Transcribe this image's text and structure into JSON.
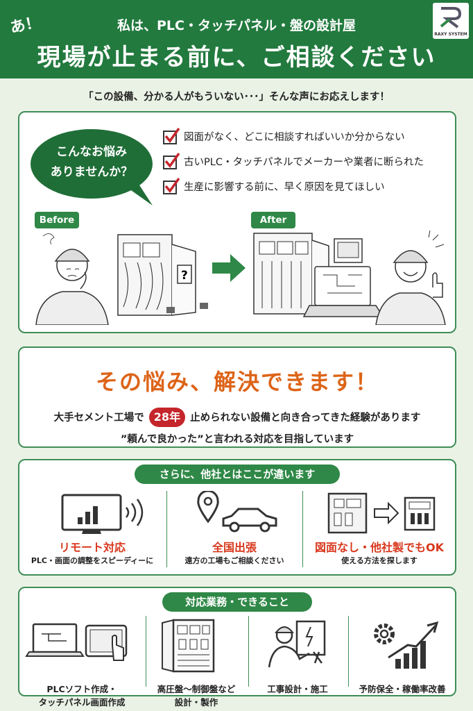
{
  "header": {
    "exclaim": "あ！",
    "subtitle": "私は、PLC・タッチパネル・盤の設計屋",
    "title": "現場が止まる前に、ご相談ください",
    "logo_text": "RAXY SYSTEM"
  },
  "tagline": "「この設備、分かる人がもういない･･･」そんな声にお応えします！",
  "worries": {
    "bubble_lines": [
      "こんなお悩み",
      "ありませんか？"
    ],
    "items": [
      "図面がなく、どこに相談すればいいか分からない",
      "古いPLC・タッチパネルでメーカーや業者に断られた",
      "生産に影響する前に、早く原因を見てほしい"
    ],
    "before_label": "Before",
    "after_label": "After"
  },
  "solution": {
    "headline": "その悩み、解決できます！",
    "experience_prefix": "大手セメント工場で",
    "years": "28年",
    "experience_suffix": "止められない設備と向き合ってきた経験があります",
    "motto": "”頼んで良かった”と言われる対応を目指しています"
  },
  "features": {
    "title": "さらに、他社とはここが違います",
    "items": [
      {
        "icon": "remote-monitor-icon",
        "title": "リモート対応",
        "desc": "PLC・画面の調整をスピーディーに"
      },
      {
        "icon": "location-car-icon",
        "title": "全国出張",
        "desc": "遠方の工場もご相談ください"
      },
      {
        "icon": "panel-replacement-icon",
        "title": "図面なし・他社製でもOK",
        "desc": "使える方法を探します"
      }
    ]
  },
  "services": {
    "title": "対応業務・できること",
    "items": [
      {
        "icon": "plc-software-icon",
        "lines": [
          "PLCソフト作成・",
          "タッチパネル画面作成"
        ]
      },
      {
        "icon": "control-panel-icon",
        "lines": [
          "高圧盤〜制御盤など",
          "設計・製作"
        ]
      },
      {
        "icon": "electrician-icon",
        "lines": [
          "工事設計・施工"
        ]
      },
      {
        "icon": "growth-gear-icon",
        "lines": [
          "予防保全・稼働率改善"
        ]
      }
    ]
  },
  "colors": {
    "brand_green": "#227a3e",
    "accent_orange": "#dd6418",
    "accent_red": "#d8371c",
    "check_red": "#c4262b"
  }
}
